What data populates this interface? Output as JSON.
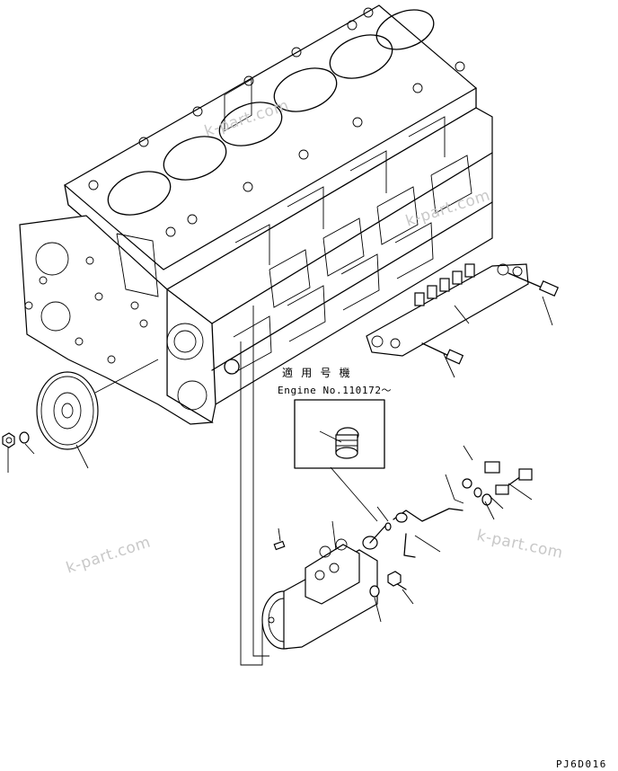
{
  "applicability": {
    "japanese_label": "適 用 号 機",
    "engine_range": "Engine No.110172〜"
  },
  "drawing_code": "PJ6D016",
  "watermarks": [
    "k-part.com",
    "k-part.com",
    "k-part.com",
    "k-part.com"
  ],
  "colors": {
    "line": "#000000",
    "background": "#ffffff",
    "watermark": "#c8c8c8"
  }
}
